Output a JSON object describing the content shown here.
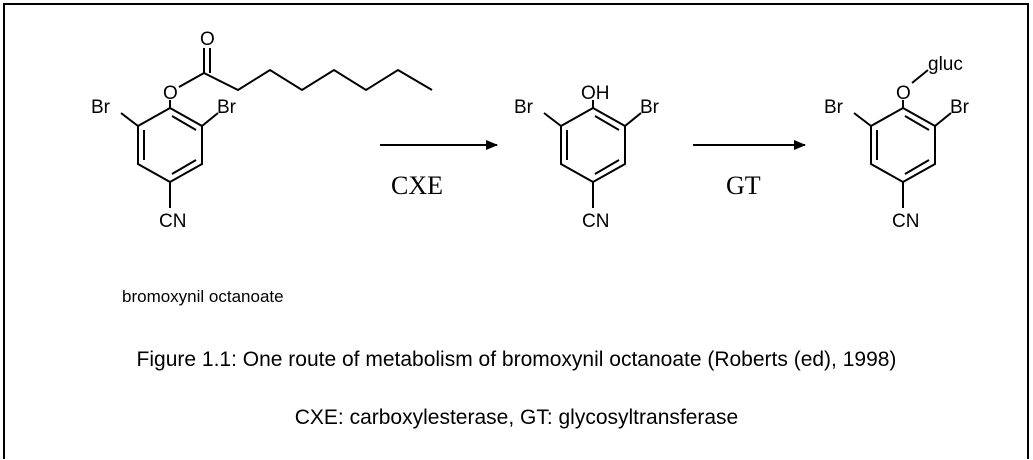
{
  "compounds": [
    {
      "name": "bromoxynil octanoate",
      "substituents": {
        "top": "O",
        "carbonyl": "O",
        "left": "Br",
        "right": "Br",
        "bottom": "CN"
      }
    },
    {
      "substituents": {
        "top": "OH",
        "left": "Br",
        "right": "Br",
        "bottom": "CN"
      }
    },
    {
      "substituents": {
        "top": "O",
        "top_group": "gluc",
        "left": "Br",
        "right": "Br",
        "bottom": "CN"
      }
    }
  ],
  "arrows": [
    {
      "label": "CXE"
    },
    {
      "label": "GT"
    }
  ],
  "caption": {
    "line1": "Figure 1.1:  One route of metabolism of bromoxynil octanoate (Roberts (ed), 1998)",
    "line2": "CXE: carboxylesterase, GT: glycosyltransferase"
  }
}
